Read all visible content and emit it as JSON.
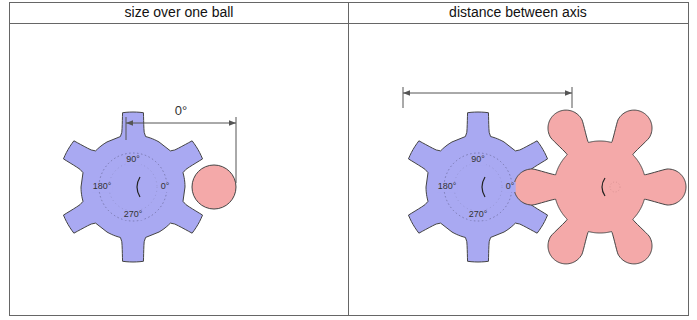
{
  "diagram": {
    "labels": [
      "size over one ball",
      "distance between axis",
      "0°",
      "90°",
      "180°",
      "0°",
      "270°",
      "90°",
      "180°",
      "0°",
      "270°"
    ]
  }
}
